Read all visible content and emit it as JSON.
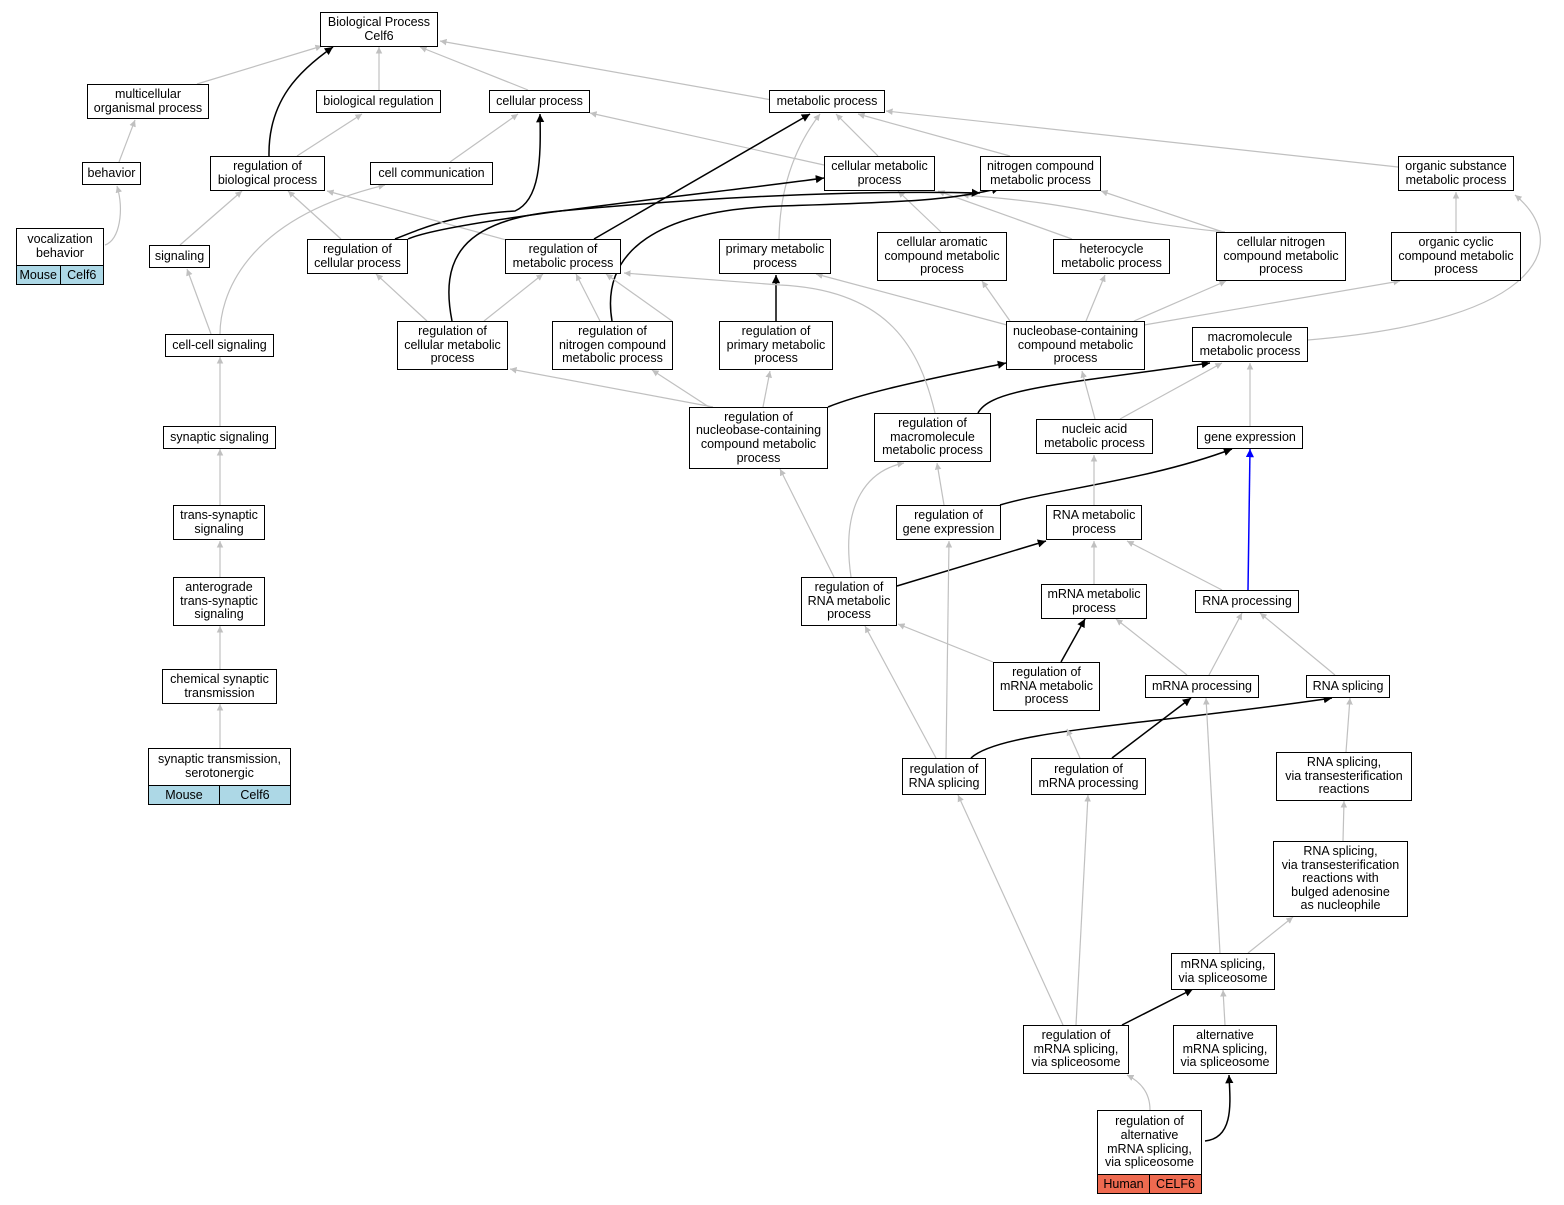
{
  "colors": {
    "gray_edge": "#c0c0c0",
    "black_edge": "#000000",
    "blue_edge": "#0000ff",
    "mouse_tag": "#add8e6",
    "human_tag": "#ee6a50"
  },
  "nodes": {
    "bp": {
      "label": "Biological Process\nCelf6"
    },
    "multicellular": {
      "label": "multicellular\norganismal process"
    },
    "bioreg": {
      "label": "biological regulation"
    },
    "cellproc": {
      "label": "cellular process"
    },
    "metproc": {
      "label": "metabolic process"
    },
    "behavior": {
      "label": "behavior"
    },
    "regbio": {
      "label": "regulation of\nbiological process"
    },
    "cellcomm": {
      "label": "cell communication"
    },
    "cellmet": {
      "label": "cellular metabolic\nprocess"
    },
    "nitromet": {
      "label": "nitrogen compound\nmetabolic process"
    },
    "orgsub": {
      "label": "organic substance\nmetabolic process"
    },
    "vocal": {
      "label": "vocalization\nbehavior",
      "tags": [
        "Mouse",
        "Celf6"
      ]
    },
    "signaling": {
      "label": "signaling"
    },
    "regcell": {
      "label": "regulation of\ncellular process"
    },
    "regmet": {
      "label": "regulation of\nmetabolic process"
    },
    "primmet": {
      "label": "primary metabolic\nprocess"
    },
    "cellarom": {
      "label": "cellular aromatic\ncompound metabolic\nprocess"
    },
    "hetero": {
      "label": "heterocycle\nmetabolic process"
    },
    "cellnitro": {
      "label": "cellular nitrogen\ncompound metabolic\nprocess"
    },
    "orgcyc": {
      "label": "organic cyclic\ncompound metabolic\nprocess"
    },
    "cellcell": {
      "label": "cell-cell signaling"
    },
    "regcellmet": {
      "label": "regulation of\ncellular metabolic\nprocess"
    },
    "regnitro": {
      "label": "regulation of\nnitrogen compound\nmetabolic process"
    },
    "regprim": {
      "label": "regulation of\nprimary metabolic\nprocess"
    },
    "nucbase": {
      "label": "nucleobase-containing\ncompound metabolic\nprocess"
    },
    "macromet": {
      "label": "macromolecule\nmetabolic process"
    },
    "synsig": {
      "label": "synaptic signaling"
    },
    "regnucbase": {
      "label": "regulation of\nnucleobase-containing\ncompound metabolic\nprocess"
    },
    "regmacro": {
      "label": "regulation of\nmacromolecule\nmetabolic process"
    },
    "nucacid": {
      "label": "nucleic acid\nmetabolic process"
    },
    "geneexp": {
      "label": "gene expression"
    },
    "transsyn": {
      "label": "trans-synaptic\nsignaling"
    },
    "reggene": {
      "label": "regulation of\ngene expression"
    },
    "rnamet": {
      "label": "RNA metabolic\nprocess"
    },
    "antero": {
      "label": "anterograde\ntrans-synaptic\nsignaling"
    },
    "regrna": {
      "label": "regulation of\nRNA metabolic\nprocess"
    },
    "mrnamet": {
      "label": "mRNA metabolic\nprocess"
    },
    "rnaproc": {
      "label": "RNA processing"
    },
    "chemsyn": {
      "label": "chemical synaptic\ntransmission"
    },
    "regmrnamet": {
      "label": "regulation of\nmRNA metabolic\nprocess"
    },
    "mrnaproc": {
      "label": "mRNA processing"
    },
    "rnasplice": {
      "label": "RNA splicing"
    },
    "synsero": {
      "label": "synaptic transmission,\nserotonergic",
      "tags": [
        "Mouse",
        "Celf6"
      ]
    },
    "regrnasplice": {
      "label": "regulation of\nRNA splicing"
    },
    "regmrnaproc": {
      "label": "regulation of\nmRNA processing"
    },
    "rnaspltrans": {
      "label": "RNA splicing,\nvia transesterification\nreactions"
    },
    "rnasplbulged": {
      "label": "RNA splicing,\nvia transesterification\nreactions with\nbulged adenosine\nas nucleophile"
    },
    "mrnaspl": {
      "label": "mRNA splicing,\nvia spliceosome"
    },
    "regmrnaspl": {
      "label": "regulation of\nmRNA splicing,\nvia spliceosome"
    },
    "altmrna": {
      "label": "alternative\nmRNA splicing,\nvia spliceosome"
    },
    "regalt": {
      "label": "regulation of\nalternative\nmRNA splicing,\nvia spliceosome",
      "tags": [
        "Human",
        "CELF6"
      ]
    }
  }
}
